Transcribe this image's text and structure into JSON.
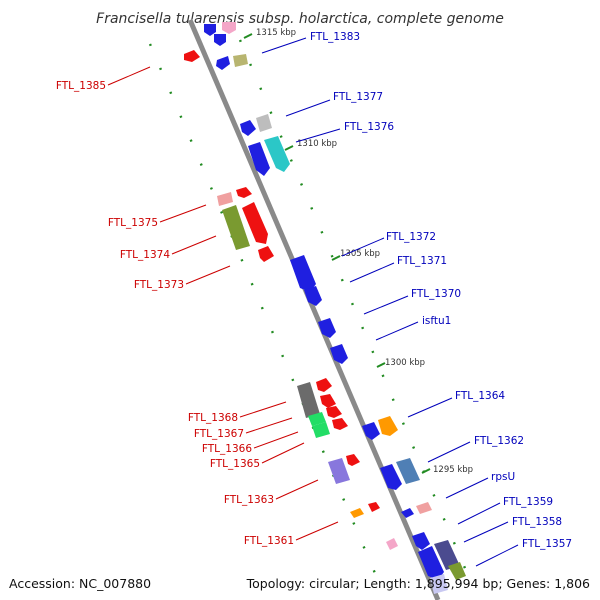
{
  "title": "Francisella tularensis subsp. holarctica, complete genome",
  "footer": {
    "accession": "Accession: NC_007880",
    "summary": "Topology: circular; Length: 1,895,994 bp; Genes: 1,806"
  },
  "colors": {
    "left_label": "#cc0000",
    "right_label": "#0000bb",
    "axis": "#8a8a8a",
    "tick": "#228b22"
  },
  "ticks": [
    "1315 kbp",
    "1310 kbp",
    "1305 kbp",
    "1300 kbp",
    "1295 kbp"
  ],
  "left_labels": [
    "FTL_1385",
    "FTL_1375",
    "FTL_1374",
    "FTL_1373",
    "FTL_1368",
    "FTL_1367",
    "FTL_1366",
    "FTL_1365",
    "FTL_1363",
    "FTL_1361"
  ],
  "right_labels": [
    "FTL_1383",
    "FTL_1377",
    "FTL_1376",
    "FTL_1372",
    "FTL_1371",
    "FTL_1370",
    "isftu1",
    "FTL_1364",
    "FTL_1362",
    "rpsU",
    "FTL_1359",
    "FTL_1358",
    "FTL_1357"
  ]
}
